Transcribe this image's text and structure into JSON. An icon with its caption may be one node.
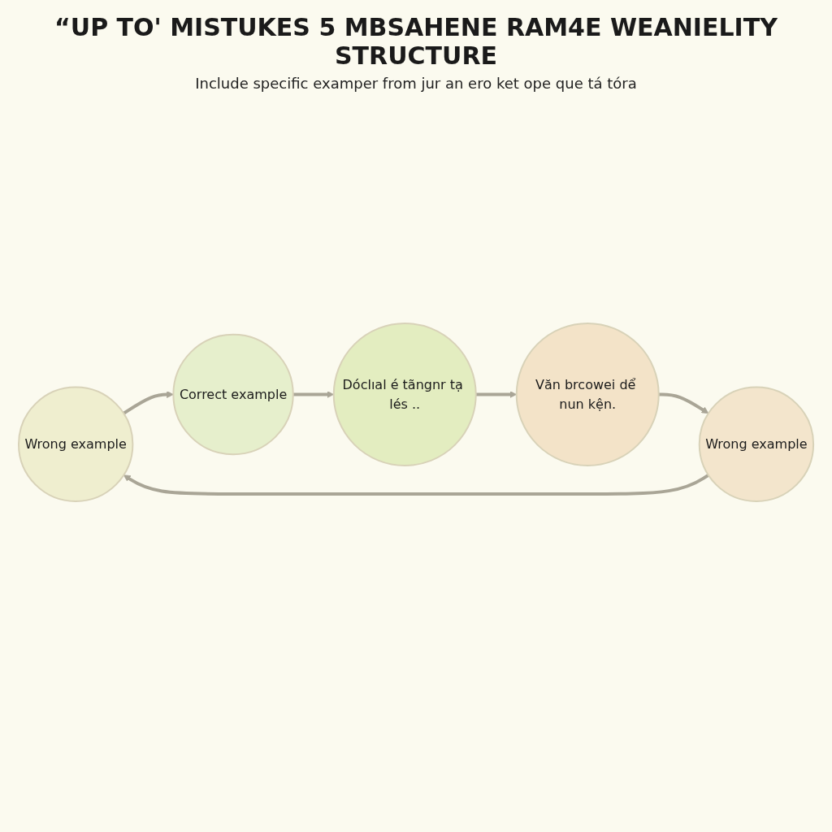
{
  "diagram": {
    "title": "“UP TO' MISTUKES 5 MBSAHENE RAM4E WEANIELITY STRUCTURE",
    "nodes": [
      {
        "text": [
          "Wrong example"
        ]
      },
      {
        "text": [
          "Correct example"
        ]
      },
      {
        "text": [
          "Dóclıal é tãngnr tạ lés .."
        ]
      },
      {
        "text": [
          "Văn brcowei dể nun kện."
        ]
      },
      {
        "text": [
          "Wrong example"
        ]
      }
    ],
    "edges": [
      {
        "from": 0,
        "to": 1,
        "arrow": "to"
      },
      {
        "from": 1,
        "to": 2,
        "arrow": "to"
      },
      {
        "from": 2,
        "to": 3,
        "arrow": "to"
      },
      {
        "from": 3,
        "to": 4,
        "arrow": "to"
      },
      {
        "from": 4,
        "to": 0,
        "arrow": "to"
      }
    ],
    "labels": [
      "Include specific examper from jur an ero ket ope que tá tóra"
    ]
  }
}
